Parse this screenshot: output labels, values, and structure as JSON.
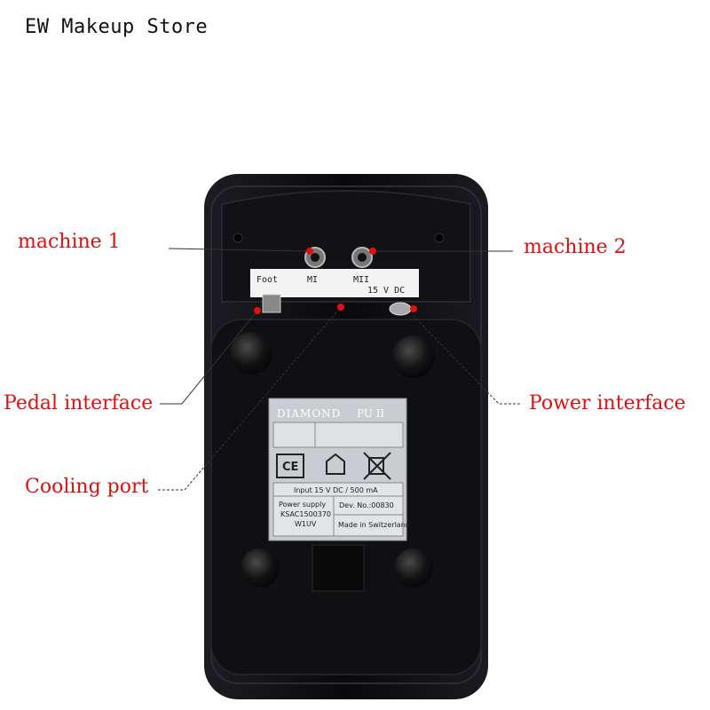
{
  "store": {
    "title": "EW Makeup Store"
  },
  "callouts": {
    "machine1": "machine 1",
    "machine2": "machine 2",
    "pedal": "Pedal interface",
    "power": "Power interface",
    "cooling": "Cooling port"
  },
  "panel": {
    "foot": "Foot",
    "m1": "MI",
    "m2": "MII",
    "dc": "15 V DC"
  },
  "plate": {
    "brand": "DIAMOND",
    "model": "PU II",
    "input": "Input 15 V DC / 500 mA",
    "supply_label": "Power supply",
    "supply_model1": "KSAC1500370",
    "supply_model2": "W1UV",
    "dev_no": "Dev. No.:00830",
    "made_in": "Made in Switzerland",
    "ce": "CE"
  },
  "colors": {
    "accent": "#e01010",
    "device": "#0d0d10"
  }
}
